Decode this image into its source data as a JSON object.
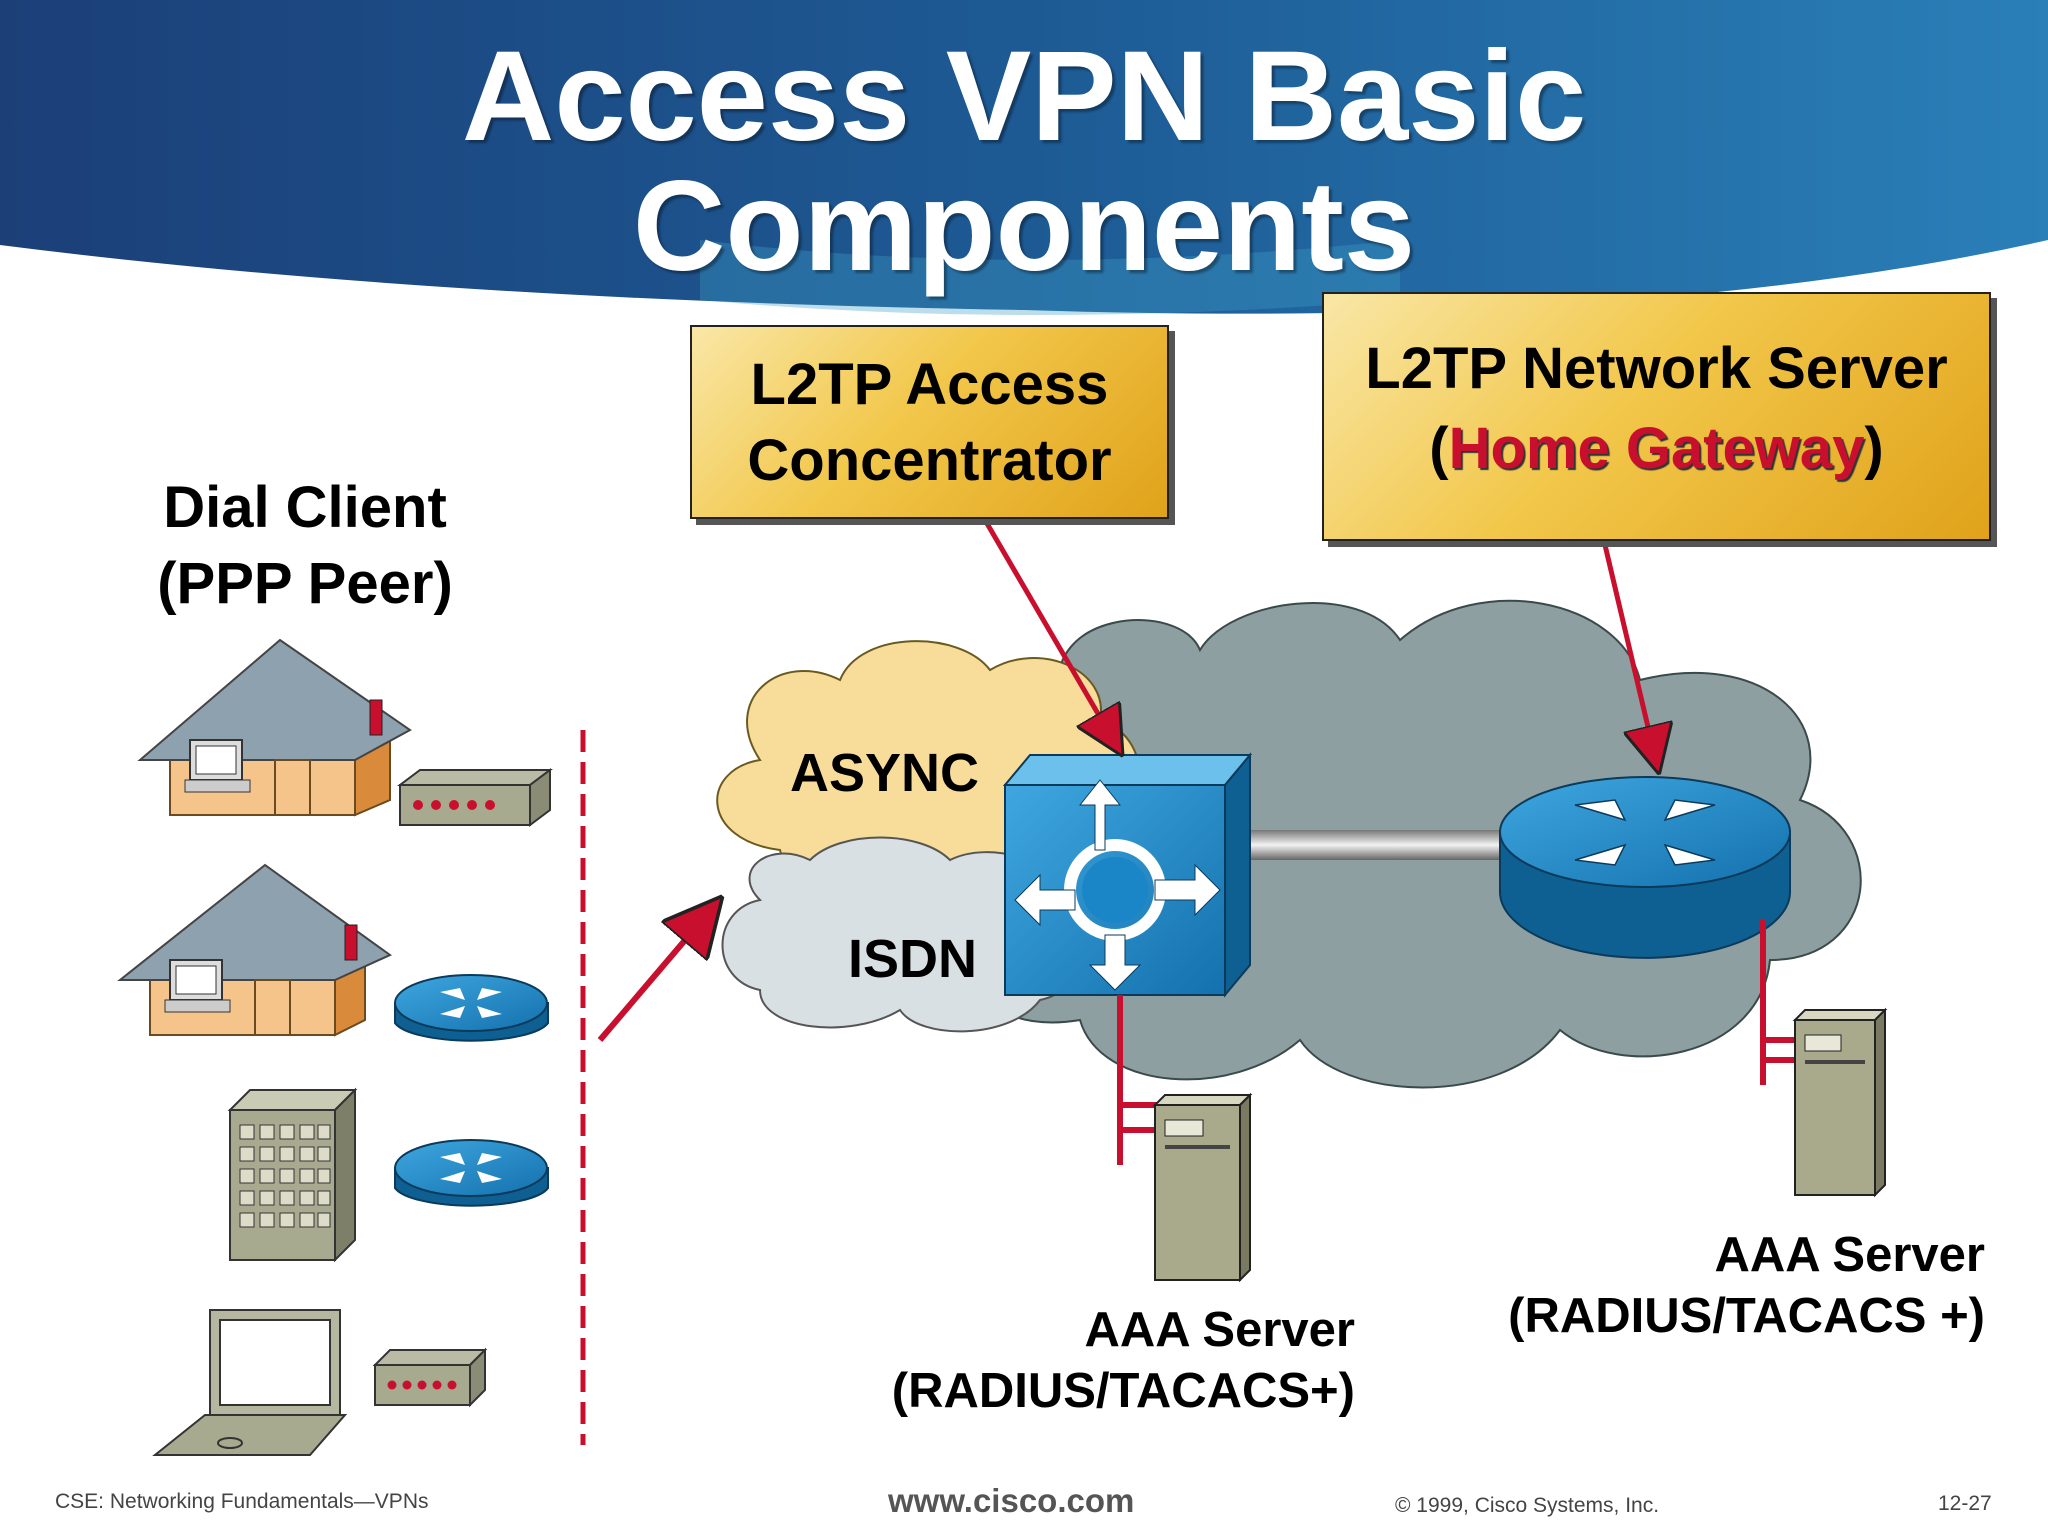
{
  "title": {
    "line1": "Access VPN Basic",
    "line2": "Components"
  },
  "callouts": {
    "lac": {
      "line1": "L2TP Access",
      "line2": "Concentrator"
    },
    "lns": {
      "line1": "L2TP Network Server",
      "paren_open": "(",
      "highlight": "Home Gateway",
      "paren_close": ")"
    }
  },
  "labels": {
    "dial_client": {
      "line1": "Dial Client",
      "line2": "(PPP Peer)"
    },
    "async": "ASYNC",
    "isdn": "ISDN",
    "aaa_left": {
      "line1": "AAA Server",
      "line2": "(RADIUS/TACACS+)"
    },
    "aaa_right": {
      "line1": "AAA Server",
      "line2": "(RADIUS/TACACS +)"
    }
  },
  "footer": {
    "course": "CSE: Networking Fundamentals—VPNs",
    "url": "www.cisco.com",
    "copyright": "© 1999, Cisco Systems, Inc.",
    "page": "12-27"
  },
  "colors": {
    "header_blue": "#1c4f86",
    "callout_gold": "#f2c74a",
    "accent_red": "#c8102e",
    "cloud_gray": "#8d9fa0",
    "device_blue": "#1a86c8"
  }
}
